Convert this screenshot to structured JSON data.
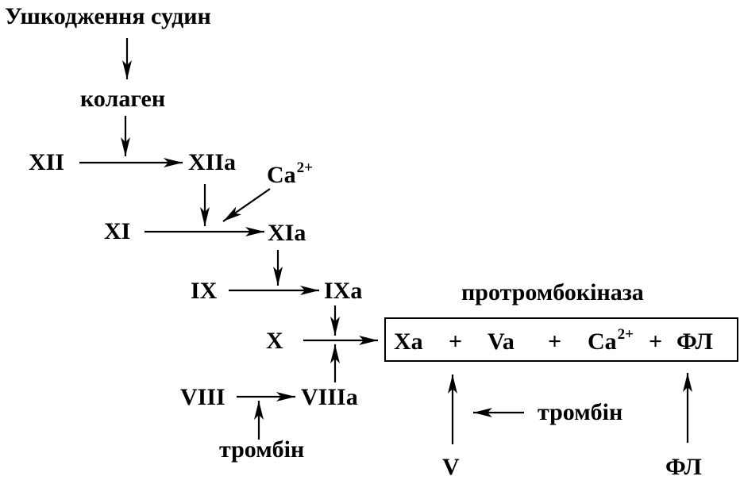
{
  "nodes": {
    "vessel_damage": "Ушкодження судин",
    "collagen": "колаген",
    "f12": "XII",
    "f12a": "XIIa",
    "ca_top": "Ca",
    "ca_top_charge": "2+",
    "f11": "XI",
    "f11a": "XIa",
    "f9": "IX",
    "f9a": "IXa",
    "prothrombinase_title": "протромбокіназа",
    "f10": "X",
    "f8": "VIII",
    "f8a": "VIIIa",
    "thrombin_bottom": "тромбін",
    "thrombin_right": "тромбін",
    "f5": "V",
    "fl_bottom": "ФЛ"
  },
  "complex": {
    "xa": "Xa",
    "plus1": "+",
    "va": "Va",
    "plus2": "+",
    "ca": "Ca",
    "ca_charge": "2+",
    "plus3": "+",
    "fl": "ФЛ"
  },
  "colors": {
    "ink": "#000000",
    "background": "#ffffff"
  }
}
